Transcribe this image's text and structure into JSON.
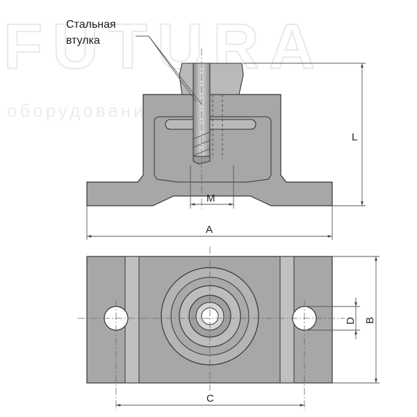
{
  "callout": {
    "line1": "Стальная",
    "line2": "втулка"
  },
  "watermark": {
    "brand": "FUTURA",
    "tagline": "оборудования будущего"
  },
  "dimensions": {
    "a": "A",
    "b": "B",
    "c": "C",
    "d": "D",
    "l": "L",
    "m": "M"
  },
  "colors": {
    "part_fill": "#a7a7a7",
    "part_light": "#b9b9b9",
    "outline": "#333333",
    "dimension_line": "#555555"
  }
}
